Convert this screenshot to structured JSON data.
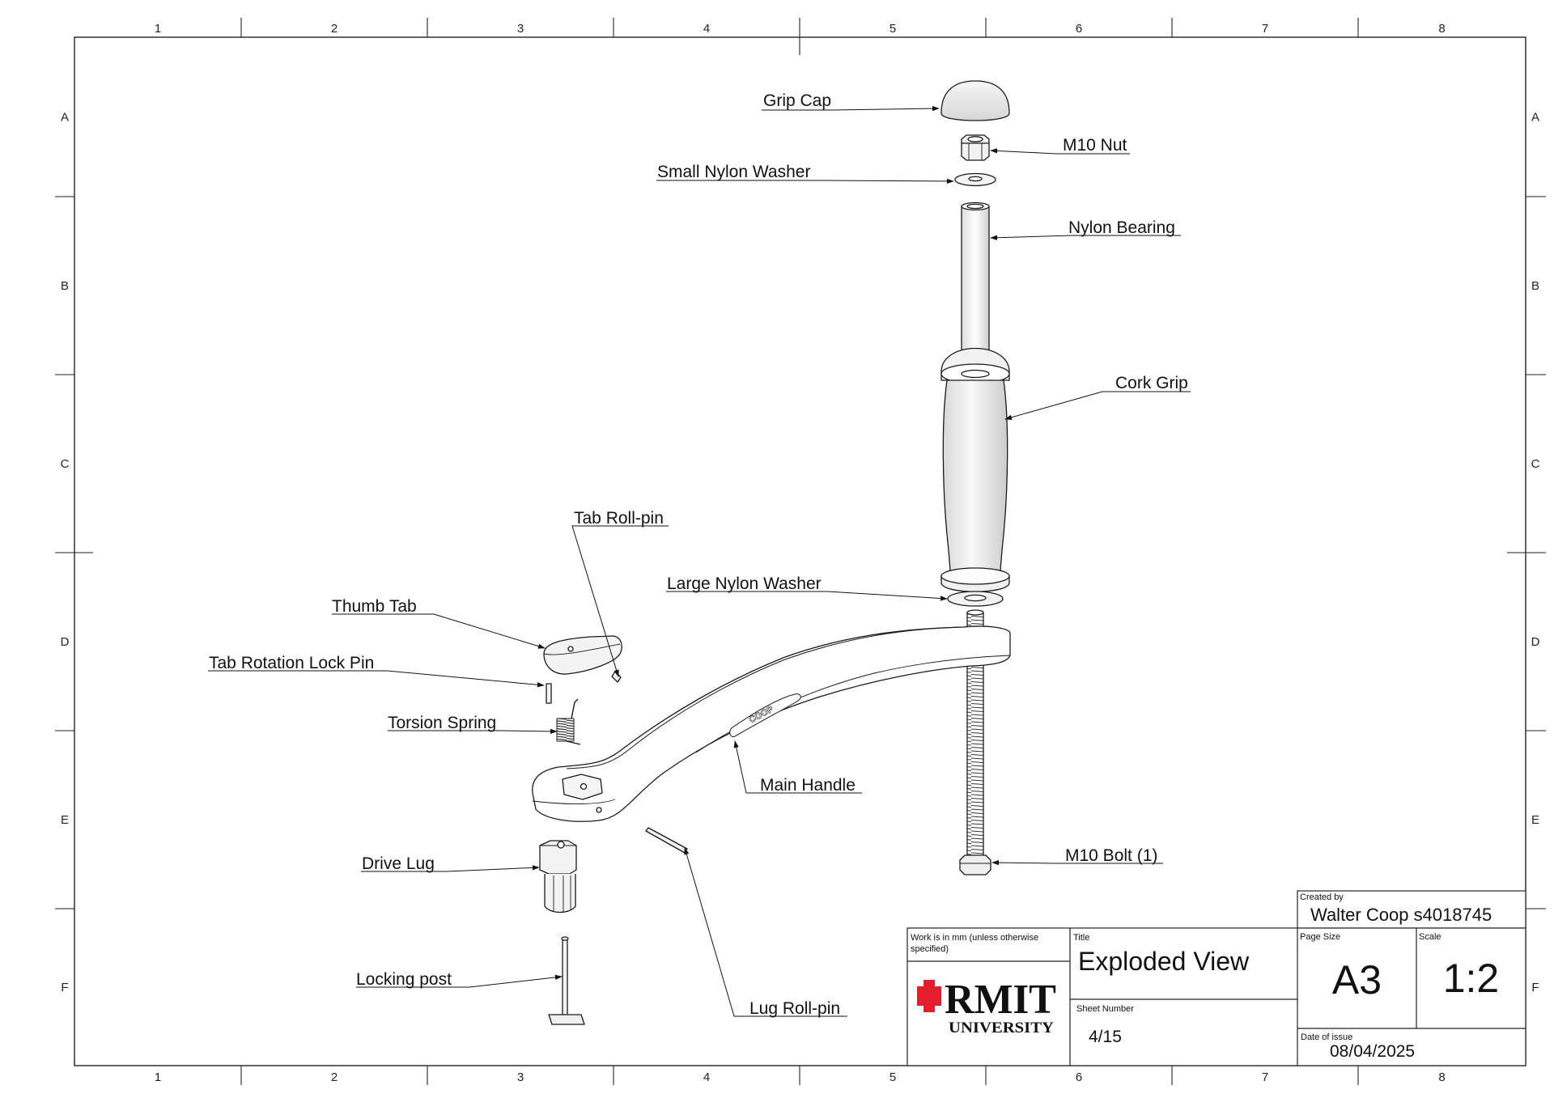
{
  "frame": {
    "column_labels": [
      "1",
      "2",
      "3",
      "4",
      "5",
      "6",
      "7",
      "8"
    ],
    "row_labels": [
      "A",
      "B",
      "C",
      "D",
      "E",
      "F"
    ]
  },
  "callouts": [
    {
      "id": "grip-cap",
      "label": "Grip Cap"
    },
    {
      "id": "m10-nut",
      "label": "M10 Nut"
    },
    {
      "id": "small-nylon-washer",
      "label": "Small Nylon Washer"
    },
    {
      "id": "nylon-bearing",
      "label": "Nylon Bearing"
    },
    {
      "id": "cork-grip",
      "label": "Cork Grip"
    },
    {
      "id": "tab-roll-pin",
      "label": "Tab Roll-pin"
    },
    {
      "id": "large-nylon-washer",
      "label": "Large Nylon Washer"
    },
    {
      "id": "thumb-tab",
      "label": "Thumb Tab"
    },
    {
      "id": "tab-rotation-lock-pin",
      "label": "Tab Rotation Lock Pin"
    },
    {
      "id": "torsion-spring",
      "label": "Torsion Spring"
    },
    {
      "id": "main-handle",
      "label": "Main Handle"
    },
    {
      "id": "m10-bolt",
      "label": "M10 Bolt (1)"
    },
    {
      "id": "drive-lug",
      "label": "Drive Lug"
    },
    {
      "id": "locking-post",
      "label": "Locking post"
    },
    {
      "id": "lug-roll-pin",
      "label": "Lug Roll-pin"
    }
  ],
  "title_block": {
    "created_by_caption": "Created by",
    "created_by": "Walter Coop s4018745",
    "units_note": "Work is in mm (unless otherwise specified)",
    "title_caption": "Title",
    "title": "Exploded View",
    "sheet_number_caption": "Sheet Number",
    "sheet_number": "4/15",
    "page_size_caption": "Page Size",
    "page_size": "A3",
    "scale_caption": "Scale",
    "scale": "1:2",
    "date_caption": "Date of issue",
    "date": "08/04/2025",
    "logo": {
      "wordmark": "RMIT",
      "subtext": "UNIVERSITY",
      "brand_color": "#e5202e"
    }
  },
  "handle_engraving": "COOP"
}
